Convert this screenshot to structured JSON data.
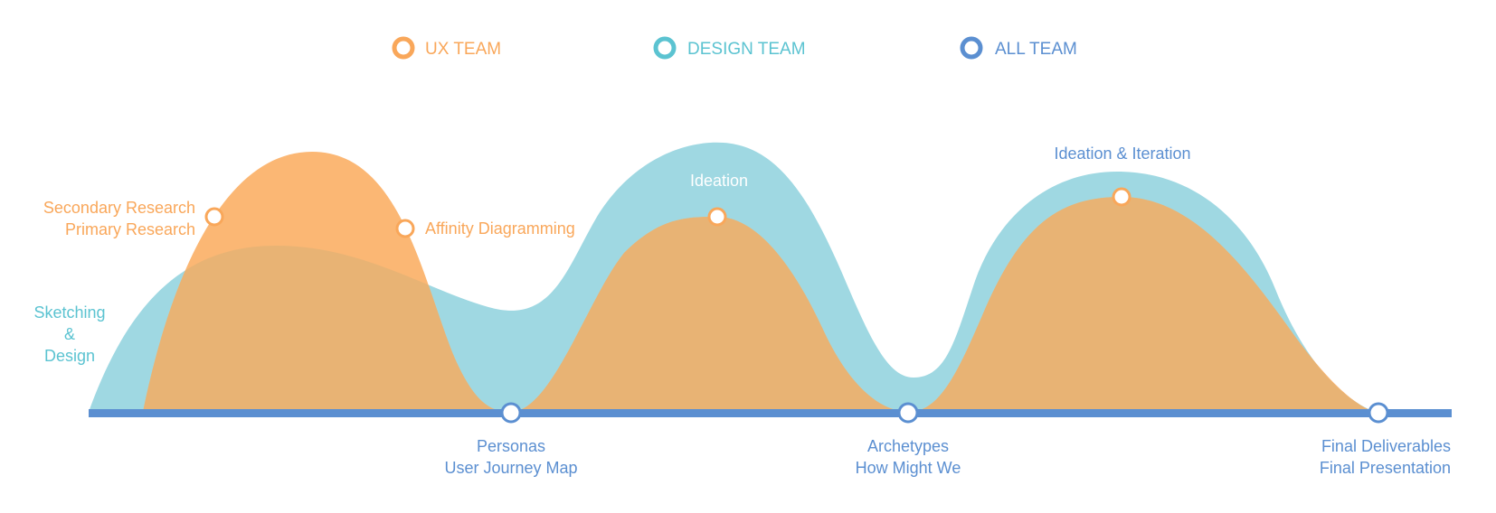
{
  "colors": {
    "ux": "#f9a75a",
    "design": "#5bc3d1",
    "all": "#5b8fd1",
    "ux_fill": "#fbb774",
    "design_fill": "#9fd8e2",
    "overlap_fill": "#e8b374"
  },
  "legend": [
    {
      "label": "UX TEAM",
      "team": "ux"
    },
    {
      "label": "DESIGN TEAM",
      "team": "design"
    },
    {
      "label": "ALL TEAM",
      "team": "all"
    }
  ],
  "phase_labels": {
    "secondary_research": "Secondary Research",
    "primary_research": "Primary Research",
    "affinity": "Affinity Diagramming",
    "sketching_1": "Sketching",
    "sketching_2": "&",
    "sketching_3": "Design",
    "ideation": "Ideation",
    "ideation_iteration": "Ideation & Iteration"
  },
  "milestones": [
    {
      "line1": "Personas",
      "line2": "User Journey Map"
    },
    {
      "line1": "Archetypes",
      "line2": "How Might We"
    },
    {
      "line1": "Final Deliverables",
      "line2": "Final Presentation"
    }
  ]
}
